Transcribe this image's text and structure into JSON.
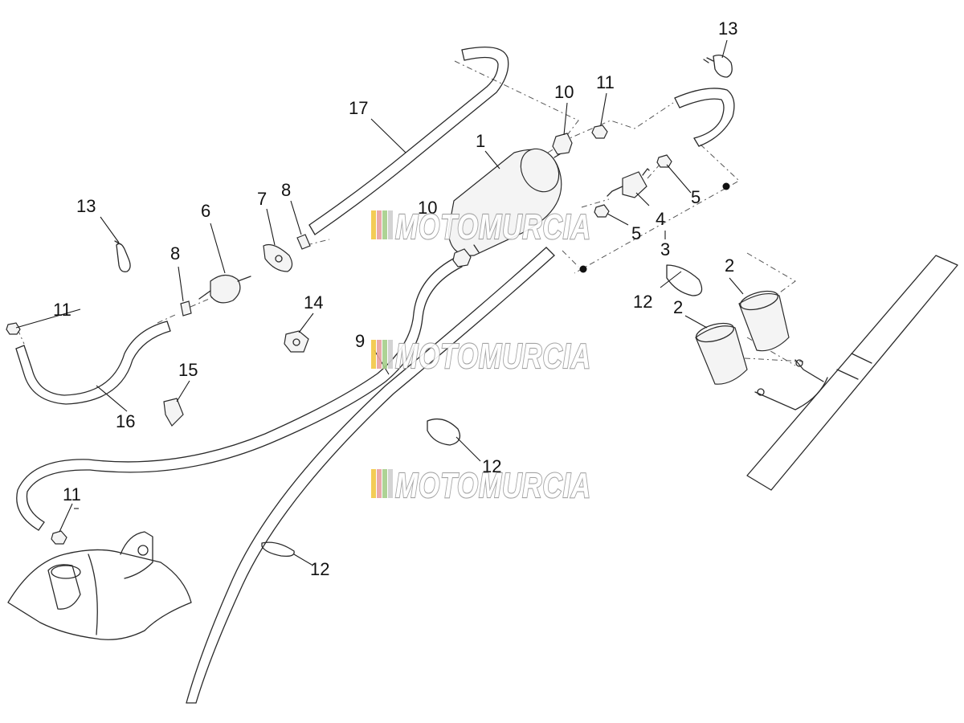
{
  "watermark": {
    "text": "MOTOMURCIA",
    "stripe_colors": [
      "#f2c744",
      "#e8a0a0",
      "#a6cf8a",
      "#cfcfcf"
    ]
  },
  "labels": {
    "part1": "1",
    "part2a": "2",
    "part2b": "2",
    "part3": "3",
    "part4": "4",
    "part5a": "5",
    "part5b": "5",
    "part6": "6",
    "part7": "7",
    "part8a": "8",
    "part8b": "8",
    "part9": "9",
    "part10a": "10",
    "part10b": "10",
    "part11a": "11",
    "part11b": "11",
    "part11c": "11",
    "part12a": "12",
    "part12b": "12",
    "part12c": "12",
    "part13a": "13",
    "part13b": "13",
    "part14": "14",
    "part15": "15",
    "part16": "16",
    "part17": "17"
  }
}
